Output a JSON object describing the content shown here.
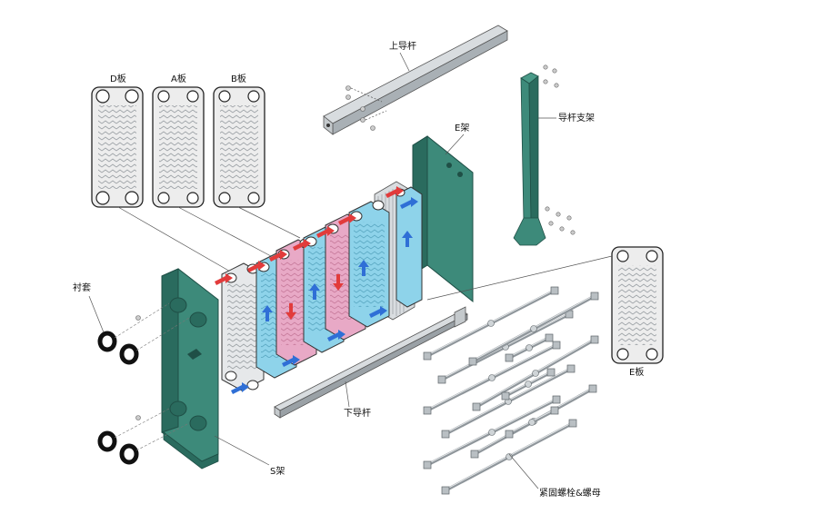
{
  "labels": {
    "d_plate": "D板",
    "a_plate": "A板",
    "b_plate": "B板",
    "upper_guide_bar": "上导杆",
    "guide_bar_support": "导杆支架",
    "e_frame": "E架",
    "lining": "衬套",
    "lower_guide_bar": "下导杆",
    "e_plate": "E板",
    "s_frame": "S架",
    "bolts_nuts": "紧固螺栓&螺母"
  },
  "colors": {
    "frame_green": "#3d8a7a",
    "frame_dark": "#2a6b5e",
    "hot_flow": "#e23b3b",
    "cold_flow": "#2f6fd6",
    "hot_plate": "#e8a9c6",
    "cold_plate": "#8ed3ea",
    "plain_plate": "#d9dde0",
    "rod": "#b9bfc3"
  },
  "icons": [
    "flow-arrow-red",
    "flow-arrow-blue",
    "gasket-ring",
    "bolt-icon",
    "screw-icon"
  ]
}
